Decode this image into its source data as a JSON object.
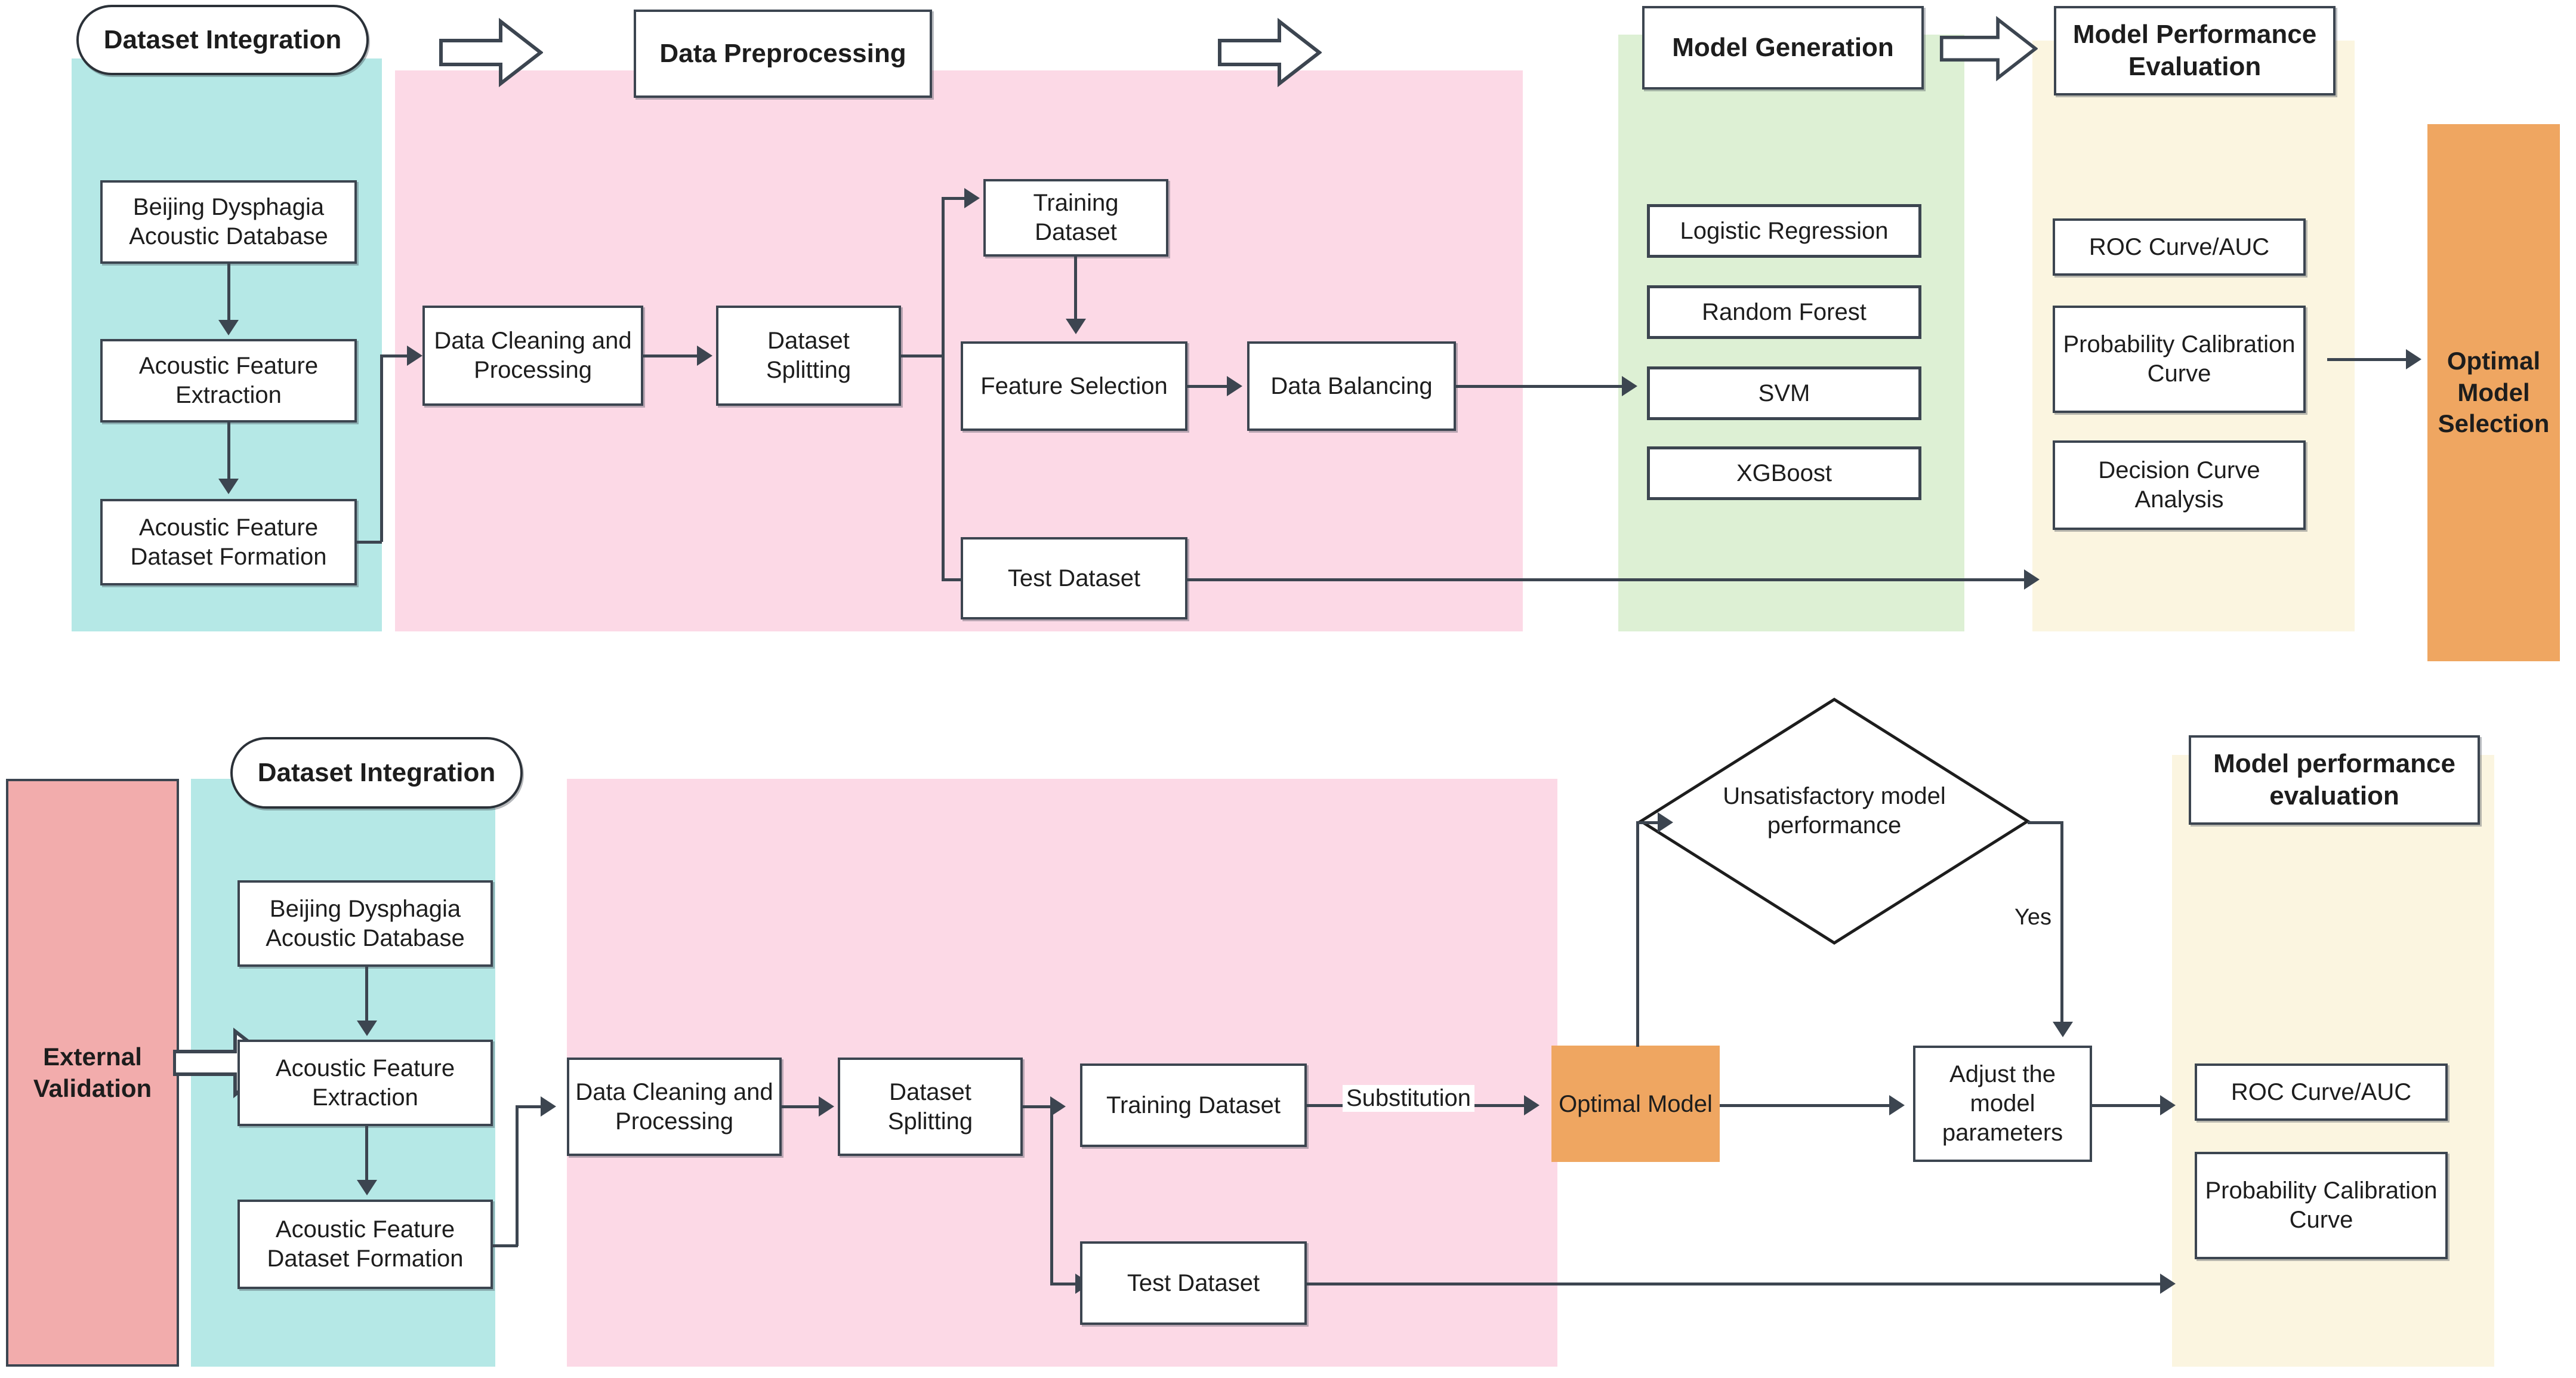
{
  "colors": {
    "cyan_band": "#b5e8e6",
    "pink_band": "#fcd9e6",
    "green_band": "#ddf0d4",
    "cream_band": "#fbf5e0",
    "orange_block": "#efa661",
    "red_block": "#f2acac",
    "stroke": "#3c4550"
  },
  "top_flow": {
    "stage_headers": {
      "dataset_integration": "Dataset Integration",
      "data_preprocessing": "Data Preprocessing",
      "model_generation": "Model Generation",
      "model_performance_evaluation": "Model Performance Evaluation"
    },
    "dataset_integration_nodes": [
      "Beijing Dysphagia Acoustic Database",
      "Acoustic Feature Extraction",
      "Acoustic Feature Dataset Formation"
    ],
    "preprocessing_nodes": {
      "data_cleaning": "Data Cleaning and Processing",
      "dataset_splitting": "Dataset Splitting",
      "training_dataset": "Training Dataset",
      "feature_selection": "Feature Selection",
      "data_balancing": "Data Balancing",
      "test_dataset": "Test Dataset"
    },
    "model_generation_items": [
      "Logistic Regression",
      "Random Forest",
      "SVM",
      "XGBoost"
    ],
    "evaluation_items": [
      "ROC Curve/AUC",
      "Probability Calibration Curve",
      "Decision Curve Analysis"
    ],
    "final_block": "Optimal Model Selection"
  },
  "bottom_flow": {
    "external_validation": "External Validation",
    "stage_headers": {
      "dataset_integration": "Dataset Integration",
      "model_performance_evaluation": "Model performance evaluation"
    },
    "dataset_integration_nodes": [
      "Beijing Dysphagia Acoustic Database",
      "Acoustic Feature Extraction",
      "Acoustic Feature Dataset Formation"
    ],
    "preprocessing_nodes": {
      "data_cleaning": "Data Cleaning and Processing",
      "dataset_splitting": "Dataset Splitting",
      "training_dataset": "Training Dataset",
      "test_dataset": "Test Dataset"
    },
    "edge_labels": {
      "substitution": "Substitution",
      "yes": "Yes"
    },
    "optimal_model": "Optimal Model",
    "decision": "Unsatisfactory model performance",
    "adjust_parameters": "Adjust the model parameters",
    "evaluation_items": [
      "ROC Curve/AUC",
      "Probability Calibration Curve"
    ]
  }
}
